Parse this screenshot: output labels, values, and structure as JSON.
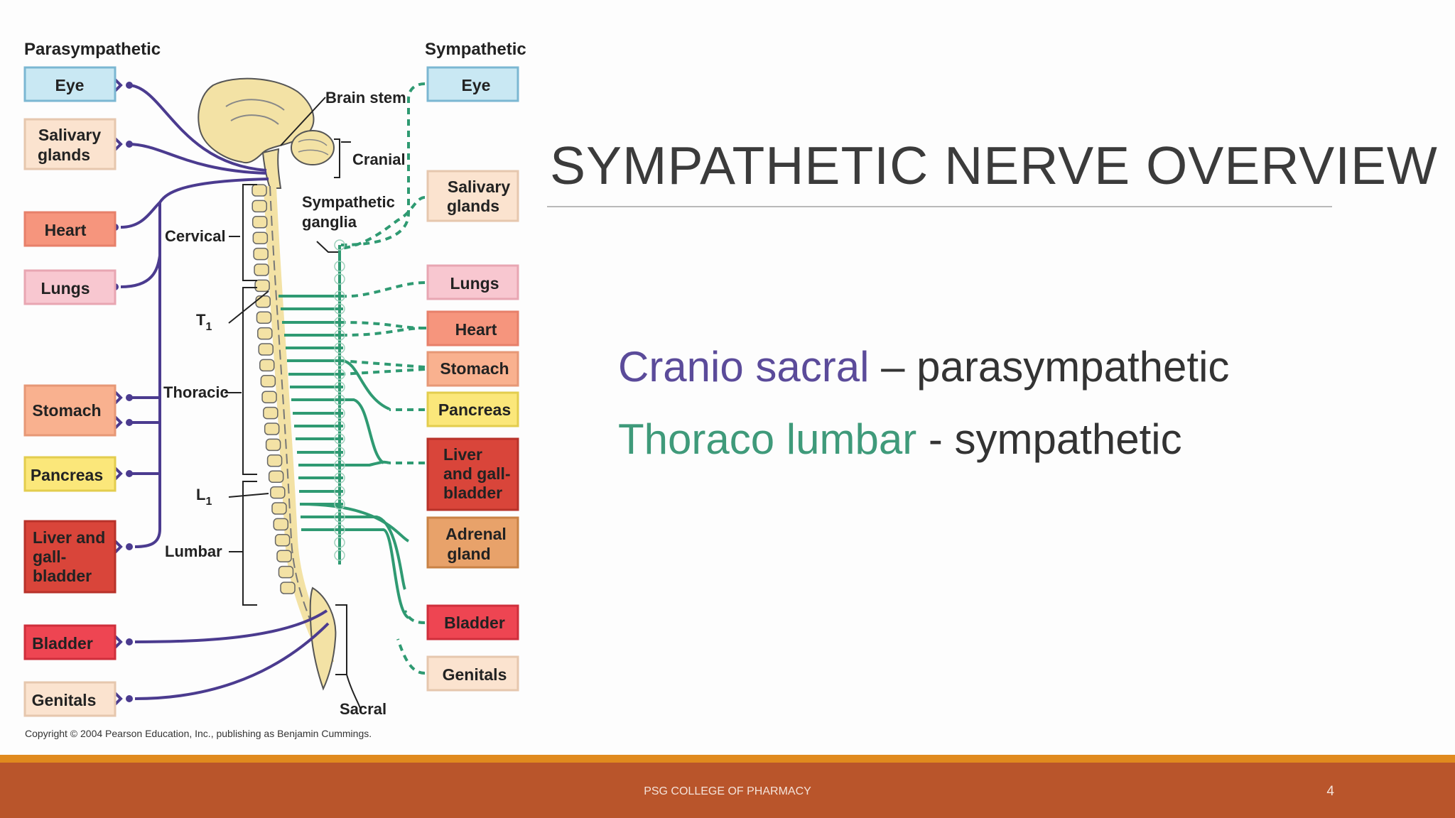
{
  "slide": {
    "title": "SYMPATHETIC NERVE OVERVIEW",
    "lines": [
      {
        "highlight": "Cranio sacral",
        "rest": " – parasympathetic"
      },
      {
        "highlight": "Thoraco lumbar",
        "rest": " - sympathetic"
      }
    ],
    "footer": "PSG COLLEGE OF PHARMACY",
    "page_number": "4"
  },
  "diagram": {
    "left_heading": "Parasympathetic",
    "right_heading": "Sympathetic",
    "parasympathetic_organs": {
      "eye": "Eye",
      "salivary_1": "Salivary",
      "salivary_2": "glands",
      "heart": "Heart",
      "lungs": "Lungs",
      "stomach": "Stomach",
      "pancreas": "Pancreas",
      "liver_1": "Liver and",
      "liver_2": "gall-",
      "liver_3": "bladder",
      "bladder": "Bladder",
      "genitals": "Genitals"
    },
    "sympathetic_organs": {
      "eye": "Eye",
      "salivary_1": "Salivary",
      "salivary_2": "glands",
      "lungs": "Lungs",
      "heart": "Heart",
      "stomach": "Stomach",
      "pancreas": "Pancreas",
      "liver_1": "Liver",
      "liver_2": "and gall-",
      "liver_3": "bladder",
      "adrenal_1": "Adrenal",
      "adrenal_2": "gland",
      "bladder": "Bladder",
      "genitals": "Genitals"
    },
    "labels": {
      "brain_stem": "Brain stem",
      "cranial": "Cranial",
      "sympathetic_ganglia_1": "Sympathetic",
      "sympathetic_ganglia_2": "ganglia",
      "cervical": "Cervical",
      "t1_letter": "T",
      "t1_sub": "1",
      "thoracic": "Thoracic",
      "l1_letter": "L",
      "l1_sub": "1",
      "lumbar": "Lumbar",
      "sacral": "Sacral"
    },
    "copyright": "Copyright © 2004 Pearson Education, Inc., publishing as Benjamin Cummings.",
    "colors": {
      "parasympathetic": "#4b3b8f",
      "sympathetic": "#2f9a72",
      "light_blue": "#c9e8f3",
      "peach": "#fbe3cf",
      "salmon": "#f6957d",
      "pink": "#f8c7d0",
      "yellow": "#fbe77a",
      "red": "#d9453a",
      "bright_red": "#ee4552",
      "tan": "#e8a26a",
      "bone": "#f3e2a5"
    }
  }
}
